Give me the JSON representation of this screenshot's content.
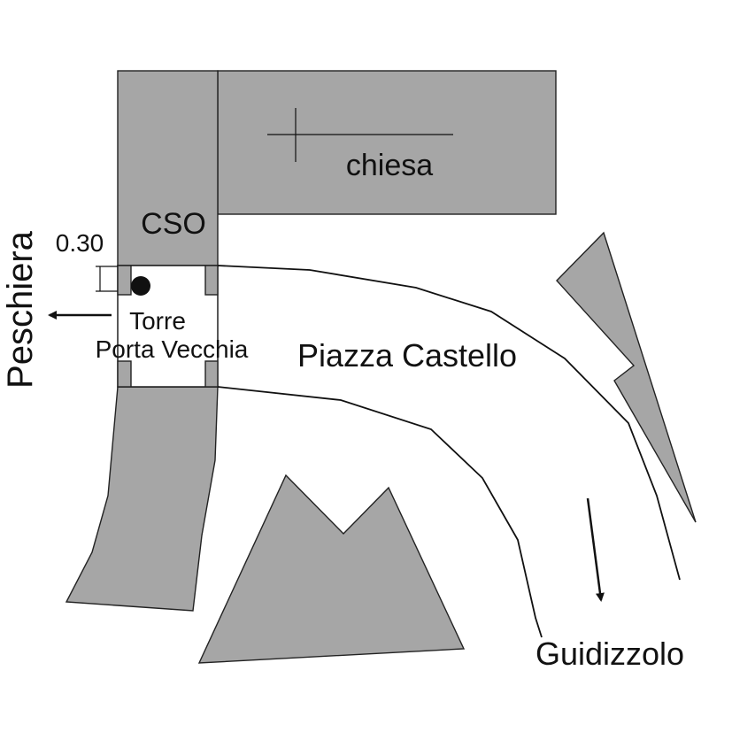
{
  "map": {
    "labels": {
      "church": "chiesa",
      "cso": "CSO",
      "dimension": "0.30",
      "peschiera": "Peschiera",
      "tower_line1": "Torre",
      "tower_line2": "Porta Vecchia",
      "square": "Piazza Castello",
      "guidizzolo": "Guidizzolo"
    },
    "colors": {
      "building_fill": "#a6a6a6",
      "outline": "#111111",
      "background": "#ffffff"
    },
    "icons": {
      "church_symbol": "cross-icon",
      "tower_marker": "dot-icon",
      "west_direction": "arrow-left-icon",
      "south_direction": "arrow-down-icon"
    }
  }
}
